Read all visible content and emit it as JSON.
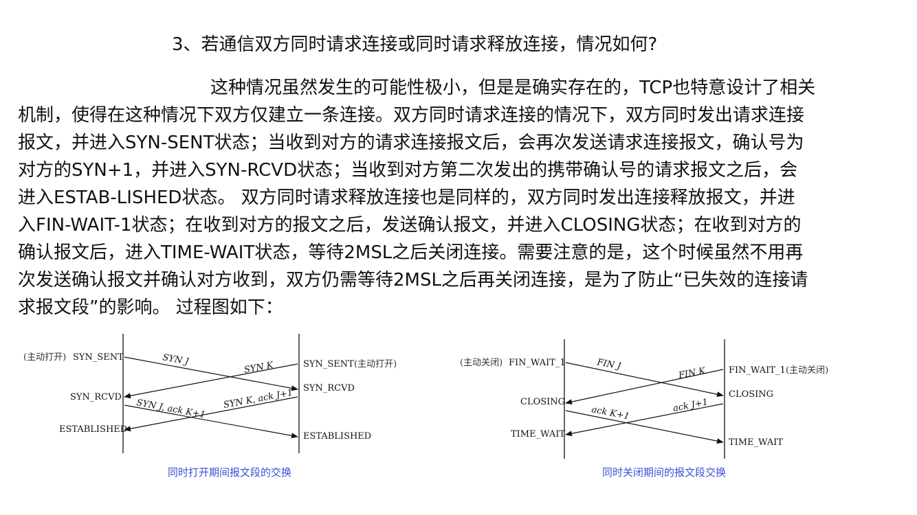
{
  "heading": "3、若通信双方同时请求连接或同时请求释放连接，情况如何?",
  "paragraph_lines": [
    "这种情况虽然发生的可能性极小，但是是确实存在的，TCP也特意设计了相关",
    "机制，使得在这种情况下双方仅建立一条连接。双方同时请求连接的情况下，双方同时发出请求连接",
    "报文，并进入SYN-SENT状态；当收到对方的请求连接报文后，会再次发送请求连接报文，确认号为",
    "对方的SYN+1，并进入SYN-RCVD状态；当收到对方第二次发出的携带确认号的请求报文之后，会",
    "进入ESTAB-LISHED状态。 双方同时请求释放连接也是同样的，双方同时发出连接释放报文，并进",
    "入FIN-WAIT-1状态；在收到对方的报文之后，发送确认报文，并进入CLOSING状态；在收到对方的",
    "确认报文后，进入TIME-WAIT状态，等待2MSL之后关闭连接。需要注意的是，这个时候虽然不用再",
    "次发送确认报文并确认对方收到，双方仍需等待2MSL之后再关闭连接，是为了防止“已失效的连接请",
    "求报文段”的影响。 过程图如下："
  ],
  "diagram_open": {
    "left_note": "(主动打开)",
    "left_state1": "SYN_SENT",
    "left_state2": "SYN_RCVD",
    "left_state3": "ESTABLISHED",
    "right_state1": "SYN_SENT",
    "right_note": "(主动打开)",
    "right_state2": "SYN_RCVD",
    "right_state3": "ESTABLISHED",
    "msg1": "SYN J",
    "msg2": "SYN K",
    "msg3": "SYN J, ack K+1",
    "msg4": "SYN K, ack J+1",
    "caption": "同时打开期间报文段的交换"
  },
  "diagram_close": {
    "left_note": "(主动关闭)",
    "left_state1": "FIN_WAIT_1",
    "left_state2": "CLOSING",
    "left_state3": "TIME_WAIT",
    "right_state1": "FIN_WAIT_1",
    "right_note": "(主动关闭)",
    "right_state2": "CLOSING",
    "right_state3": "TIME_WAIT",
    "msg1": "FIN J",
    "msg2": "FIN K",
    "msg3": "ack K+1",
    "msg4": "ack J+1",
    "caption": "同时关闭期间的报文段交换"
  }
}
